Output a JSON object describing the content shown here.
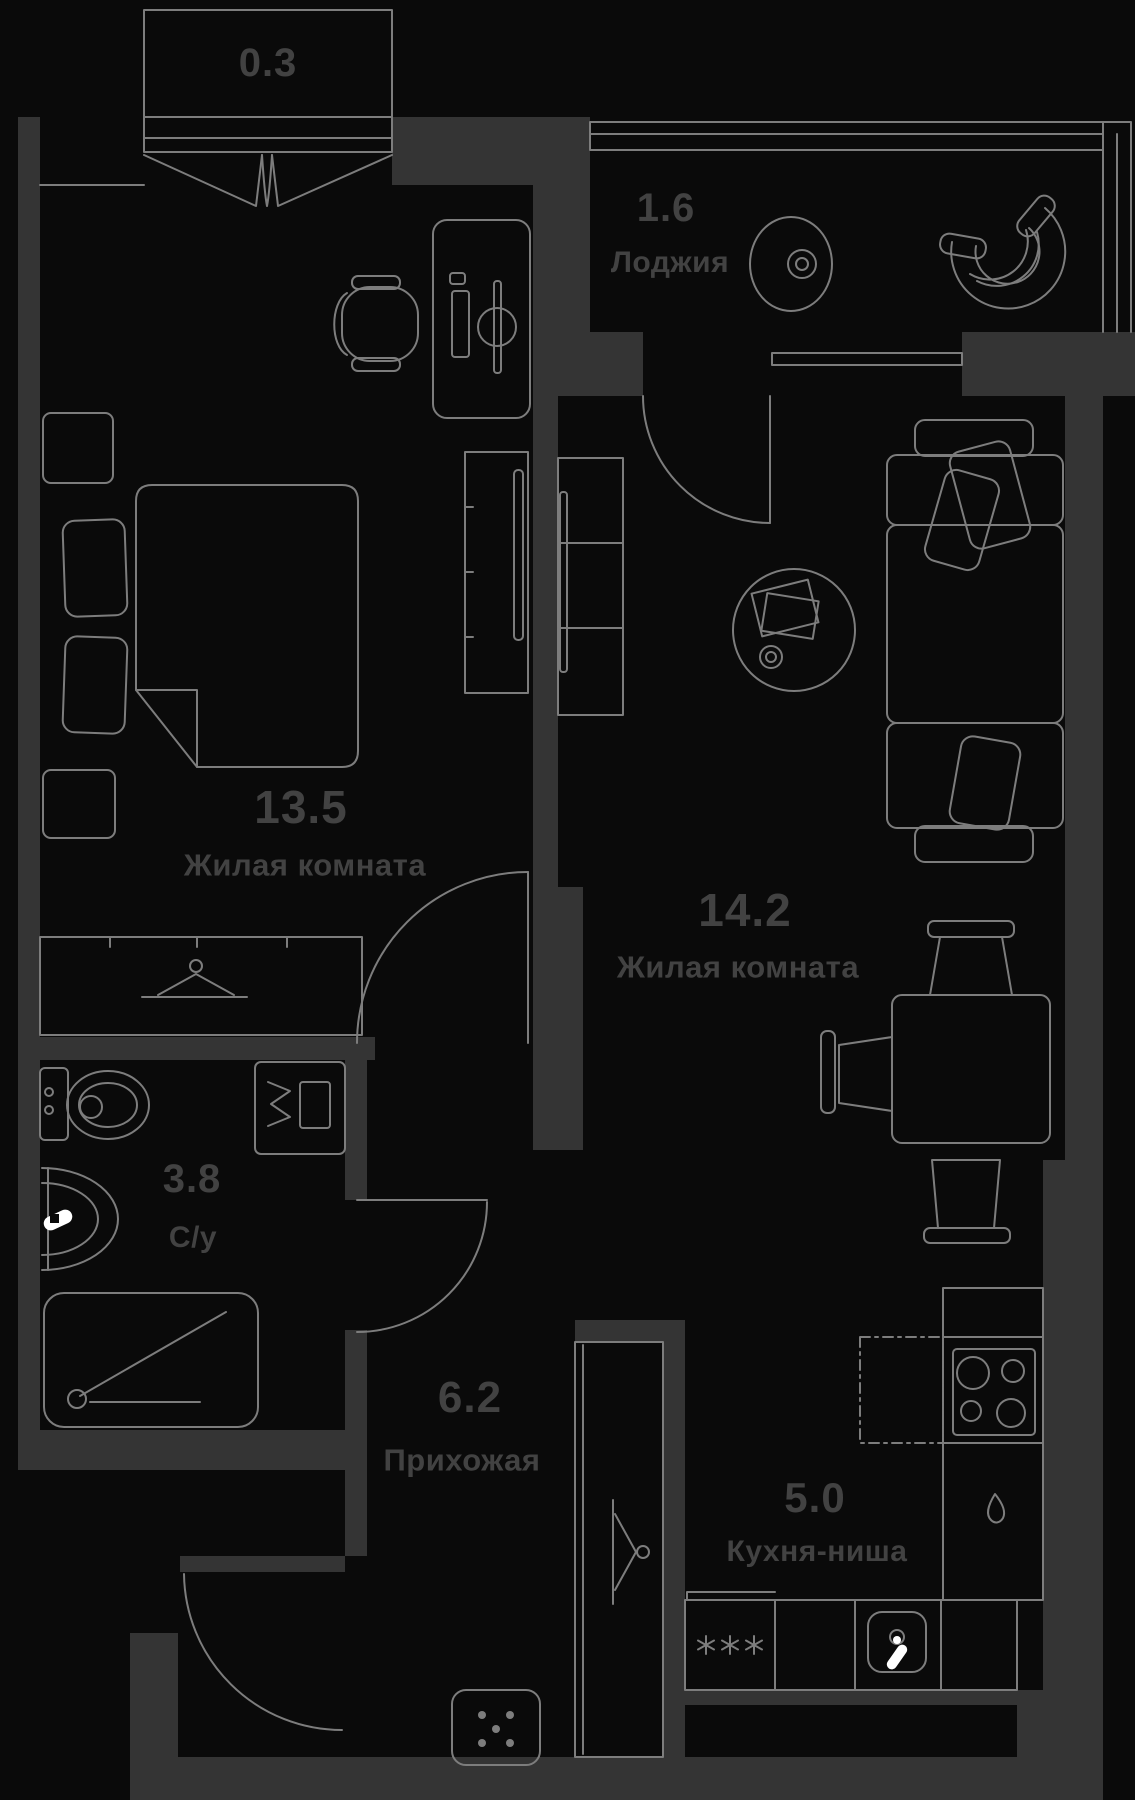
{
  "floor_plan": {
    "type": "apartment_floor_plan",
    "background_color": "#0a0a0a",
    "wall_color": "#343434",
    "line_color": "#7d7d7d",
    "label_color": "#424242",
    "highlight_color": "#ffffff",
    "rooms": [
      {
        "id": "balcony",
        "area": "0.3",
        "name": ""
      },
      {
        "id": "loggia",
        "area": "1.6",
        "name": "Лоджия"
      },
      {
        "id": "living_room_1",
        "area": "13.5",
        "name": "Жилая комната"
      },
      {
        "id": "living_room_2",
        "area": "14.2",
        "name": "Жилая комната"
      },
      {
        "id": "bathroom",
        "area": "3.8",
        "name": "С/у"
      },
      {
        "id": "hallway",
        "area": "6.2",
        "name": "Прихожая"
      },
      {
        "id": "kitchen_niche",
        "area": "5.0",
        "name": "Кухня-ниша"
      }
    ],
    "icons": {
      "freezer_marks": "✳✳✳",
      "furniture": [
        "bed",
        "pillows",
        "nightstands",
        "desk",
        "office-chair",
        "monitor",
        "wardrobe",
        "hanger",
        "sofa",
        "coffee-table",
        "dining-table",
        "chairs",
        "round-table",
        "armchair",
        "toilet",
        "washing-machine",
        "sink",
        "shower",
        "stove",
        "kitchen-sink",
        "doormat",
        "water-drop"
      ]
    }
  }
}
